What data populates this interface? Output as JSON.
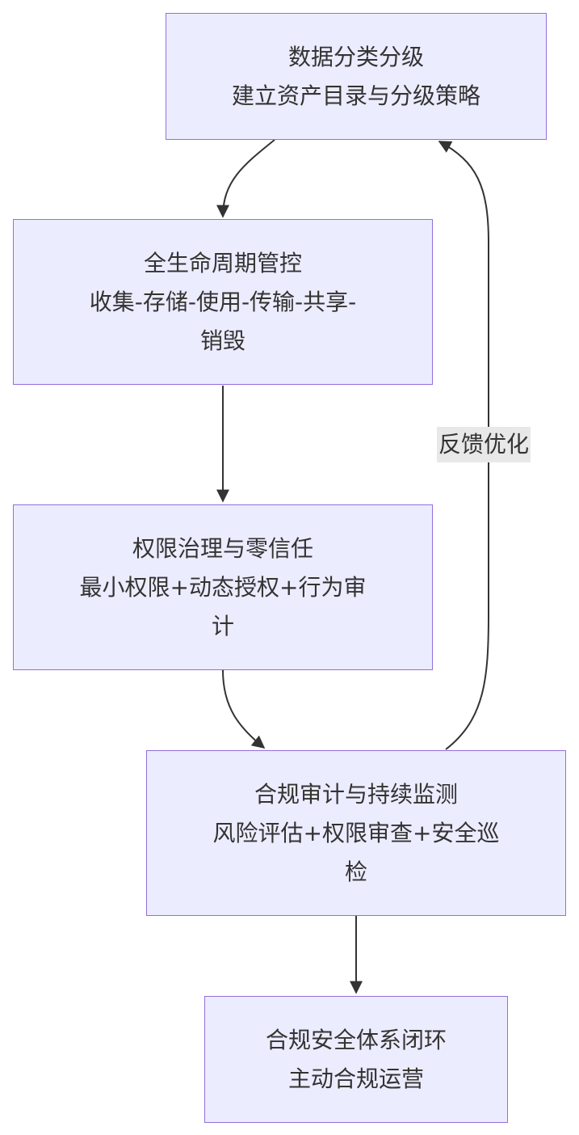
{
  "nodes": [
    {
      "lines": [
        "数据分类分级",
        "建立资产目录与分级策略"
      ]
    },
    {
      "lines": [
        "全生命周期管控",
        "收集-存储-使用-传输-共享-",
        "销毁"
      ]
    },
    {
      "lines": [
        "权限治理与零信任",
        "最小权限+动态授权+行为审",
        "计"
      ]
    },
    {
      "lines": [
        "合规审计与持续监测",
        "风险评估+权限审查+安全巡",
        "检"
      ]
    },
    {
      "lines": [
        "合规安全体系闭环",
        "主动合规运营"
      ]
    }
  ],
  "edges": {
    "feedback_label": "反馈优化"
  },
  "colors": {
    "node_fill": "#ececff",
    "node_stroke": "#9370db",
    "edge": "#333333",
    "text": "#333333",
    "label_bg": "#e8e8e8"
  }
}
